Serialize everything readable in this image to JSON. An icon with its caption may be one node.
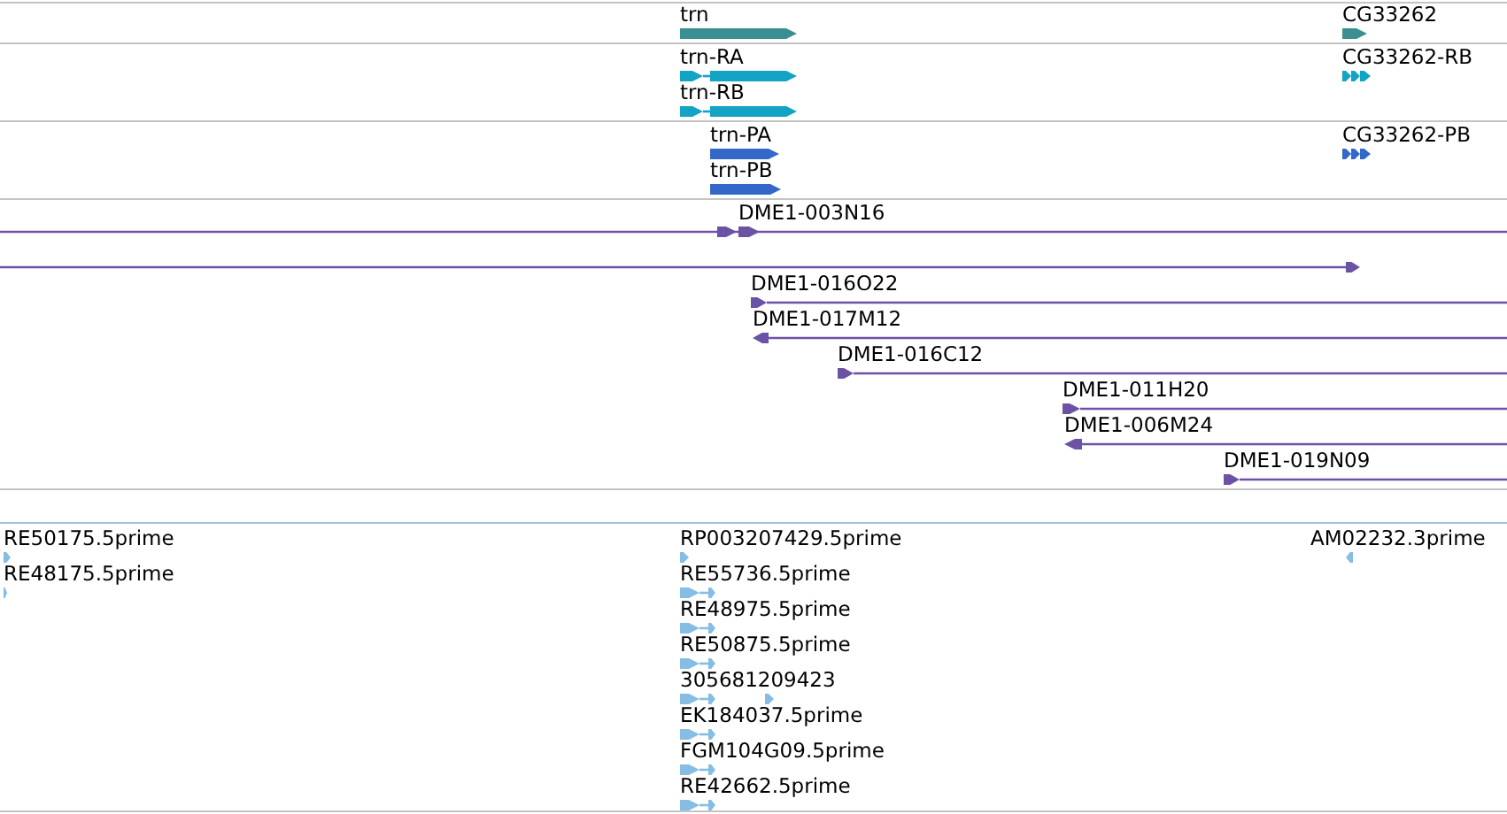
{
  "diagram": {
    "nodes": [
      {
        "text": [
          "trn"
        ]
      },
      {
        "text": [
          "CG33262"
        ]
      },
      {
        "text": [
          "trn-RA"
        ]
      },
      {
        "text": [
          "CG33262-RB"
        ]
      },
      {
        "text": [
          "trn-RB"
        ]
      },
      {
        "text": [
          "trn-PA"
        ]
      },
      {
        "text": [
          "CG33262-PB"
        ]
      },
      {
        "text": [
          "trn-PB"
        ]
      },
      {
        "text": [
          "DME1-003N16"
        ]
      },
      {
        "text": [],
        "shape": "bar"
      },
      {
        "text": [
          "DME1-016O22"
        ]
      },
      {
        "text": [
          "DME1-017M12"
        ]
      },
      {
        "text": [
          "DME1-016C12"
        ]
      },
      {
        "text": [
          "DME1-011H20"
        ]
      },
      {
        "text": [
          "DME1-006M24"
        ]
      },
      {
        "text": [
          "DME1-019N09"
        ]
      },
      {
        "text": [
          "RE50175.5prime"
        ]
      },
      {
        "text": [
          "RP003207429.5prime"
        ]
      },
      {
        "text": [
          "AM02232.3prime"
        ]
      },
      {
        "text": [
          "RE48175.5prime"
        ]
      },
      {
        "text": [
          "RE55736.5prime"
        ]
      },
      {
        "text": [
          "RE48975.5prime"
        ]
      },
      {
        "text": [
          "RE50875.5prime"
        ]
      },
      {
        "text": [
          "305681209423"
        ]
      },
      {
        "text": [
          "EK184037.5prime"
        ]
      },
      {
        "text": [
          "FGM104G09.5prime"
        ]
      },
      {
        "text": [
          "RE42662.5prime"
        ]
      }
    ]
  }
}
